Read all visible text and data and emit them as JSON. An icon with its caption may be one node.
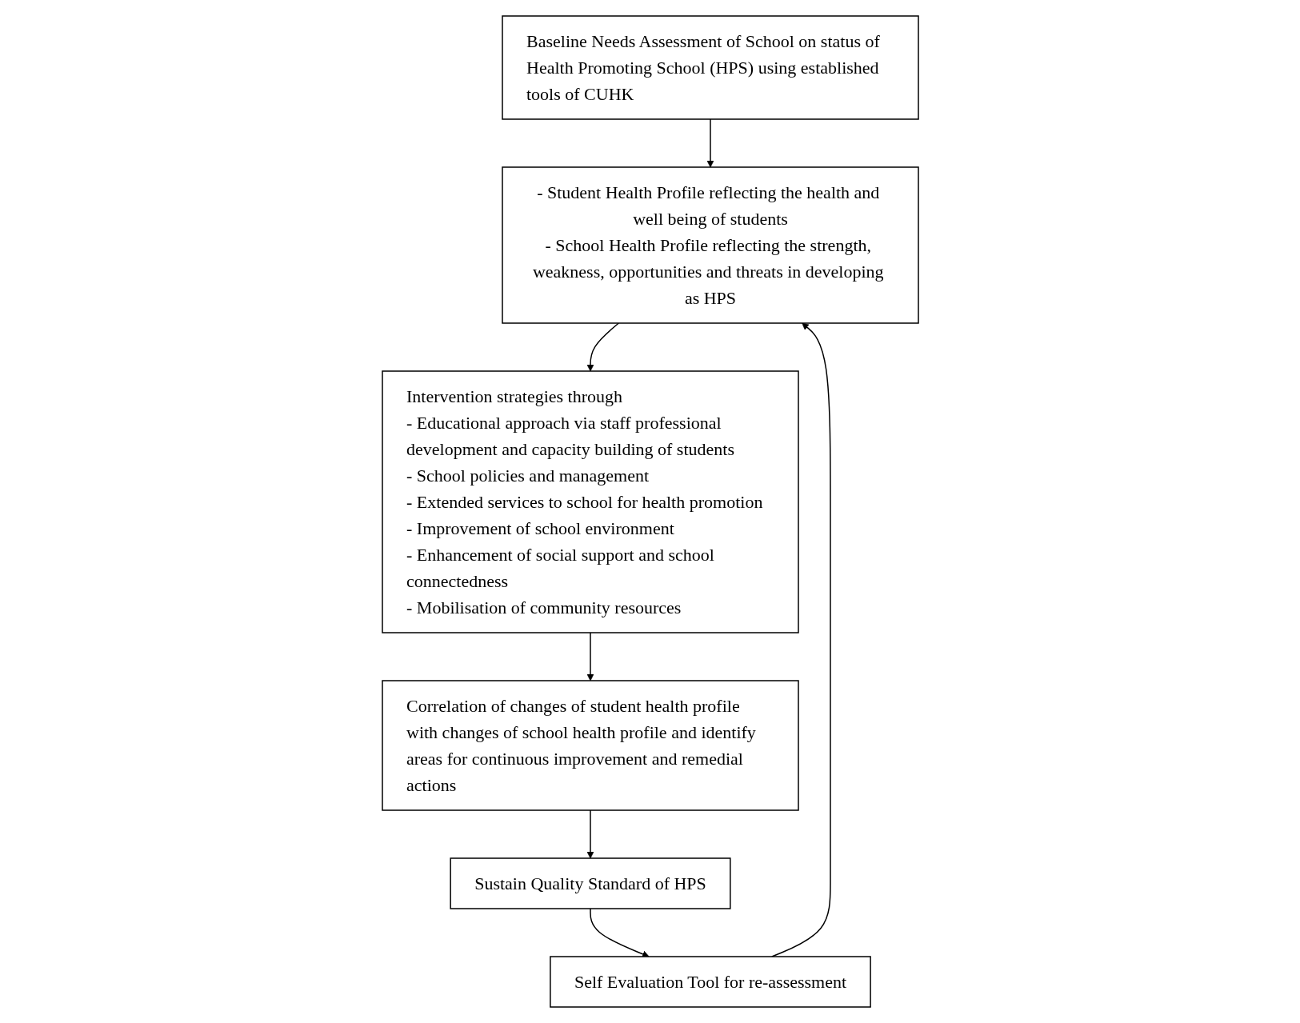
{
  "diagram": {
    "nodes": [
      {
        "text": [
          "Baseline Needs Assessment of School on status of Health Promoting School (HPS) using established tools of CUHK"
        ]
      },
      {
        "text": [
          "- Student Health Profile reflecting the health and well being of students",
          "- School Health Profile reflecting the strength, weakness, opportunities and threats in developing as HPS"
        ]
      },
      {
        "text": [
          "Intervention strategies through",
          "- Educational approach via staff professional development and capacity building of students",
          "- School policies and management",
          "- Extended services to school for health promotion",
          "- Improvement of school environment",
          "- Enhancement of social support and school connectedness",
          "- Mobilisation of community resources"
        ]
      },
      {
        "text": [
          "Correlation of changes of student health profile with changes of school health profile and identify areas for continuous improvement and remedial actions"
        ]
      },
      {
        "text": [
          "Sustain Quality Standard of HPS"
        ]
      },
      {
        "text": [
          "Self Evaluation Tool for re-assessment"
        ]
      }
    ],
    "edges": [
      {
        "from": 0,
        "to": 1,
        "arrow": "to"
      },
      {
        "from": 1,
        "to": 2,
        "arrow": "to"
      },
      {
        "from": 2,
        "to": 3,
        "arrow": "to"
      },
      {
        "from": 3,
        "to": 4,
        "arrow": "to"
      },
      {
        "from": 4,
        "to": 5,
        "arrow": "to"
      },
      {
        "from": 5,
        "to": 1,
        "arrow": "to"
      }
    ]
  }
}
